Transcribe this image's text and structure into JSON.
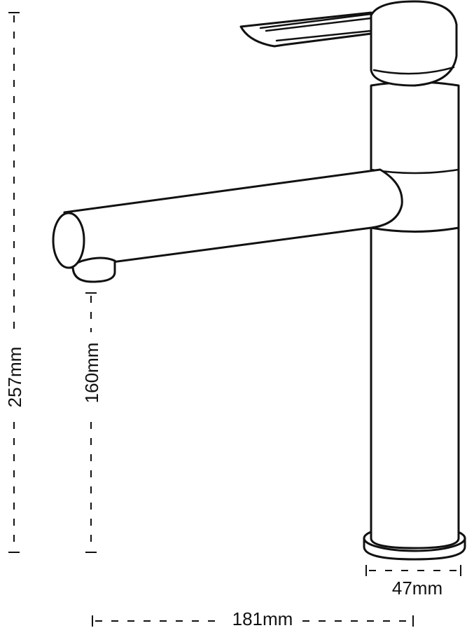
{
  "diagram": {
    "subject": "kitchen mixer tap",
    "dimensions": {
      "total_height": "257mm",
      "spout_height": "160mm",
      "base_diameter": "47mm",
      "spout_reach": "181mm"
    },
    "colors": {
      "line": "#111111",
      "background": "#ffffff"
    }
  }
}
